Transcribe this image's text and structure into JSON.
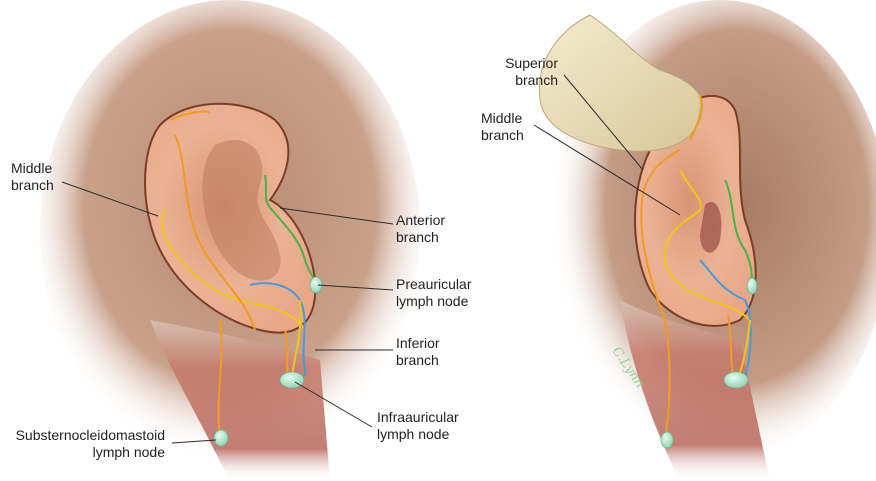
{
  "figure": {
    "left_panel": {
      "labels": {
        "middle_branch": [
          "Middle",
          "branch"
        ],
        "anterior_branch": [
          "Anterior",
          "branch"
        ],
        "preauricular_node": [
          "Preauricular",
          "lymph node"
        ],
        "inferior_branch": [
          "Inferior",
          "branch"
        ],
        "infraauricular_node": [
          "Infraauricular",
          "lymph node"
        ],
        "substernocleidomastoid_node": [
          "Substernocleidomastoid",
          "lymph node"
        ]
      }
    },
    "right_panel": {
      "labels": {
        "superior_branch": [
          "Superior",
          "branch"
        ],
        "middle_branch": [
          "Middle",
          "branch"
        ]
      },
      "signature": "C.Lynn"
    },
    "colors": {
      "skin": "#c99a7c",
      "skin_dark": "#8a5a43",
      "ear": "#e5ad8a",
      "lymph_orange": "#f39a23",
      "lymph_yellow": "#f2c418",
      "lymph_green": "#4bb04a",
      "lymph_blue": "#4a9ad6",
      "node": "#b9e6cc",
      "muscle": "#b5655a",
      "finger": "#e8dcb2",
      "leader_line": "#2b2b2b"
    }
  }
}
